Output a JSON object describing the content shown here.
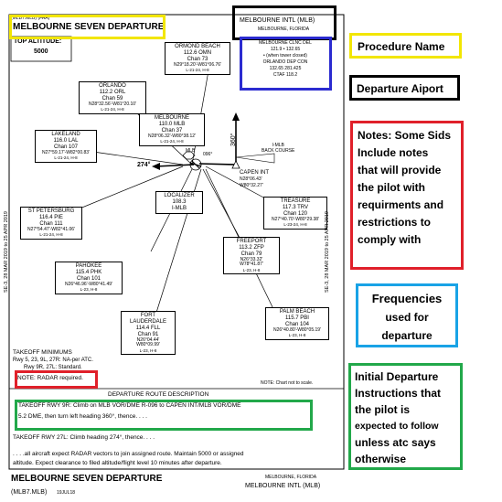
{
  "chart": {
    "header_top": "(MLB7.MLB) (FAA)",
    "procedure_name": "MELBOURNE SEVEN DEPARTURE",
    "airport_name": "MELBOURNE INTL (MLB)",
    "airport_location": "MELBOURNE, FLORIDA",
    "top_altitude_label": "TOP ALTITUDE:",
    "top_altitude_value": "5000",
    "freq": {
      "line1": "MELBOURNE CLNC DEL",
      "line2": "121.9 • 132.65",
      "line3": "• (when tower closed)",
      "line4": "ORLANDO DEP CON",
      "line5": "132.65 281.425",
      "line6": "CTAF 118.2"
    },
    "stations": {
      "ormond": {
        "name": "ORMOND BEACH",
        "freq": "112.6 OMN",
        "chan": "Chan 73",
        "coords": "N29°18.20'-W81°06.76'",
        "charts": "L-21-24, H-8"
      },
      "orlando": {
        "name": "ORLANDO",
        "freq": "112.2 ORL",
        "chan": "Chan 59",
        "coords": "N28°32.56'-W81°20.10'",
        "charts": "L-21-24, H-8"
      },
      "lakeland": {
        "name": "LAKELAND",
        "freq": "116.0 LAL",
        "chan": "Chan 107",
        "coords": "N27°59.17'-W82°00.83'",
        "charts": "L-21-24, H-8"
      },
      "melbourne": {
        "name": "MELBOURNE",
        "freq": "110.0 MLB",
        "chan": "Chan 37",
        "coords": "N28°06.32'-W80°38.12'",
        "charts": "L-21-24, H-8"
      },
      "stpete": {
        "name": "ST PETERSBURG",
        "freq": "116.4 PIE",
        "chan": "Chan 111",
        "coords": "N27°54.47'-W82°41.06'",
        "charts": "L-21-24, H-8"
      },
      "treasure": {
        "name": "TREASURE",
        "freq": "117.3 TRV",
        "chan": "Chan 120",
        "coords": "N27°40.70'-W80°29.38'",
        "charts": "L-23-24, H-8"
      },
      "freeport": {
        "name": "FREEPORT",
        "freq": "113.2 ZFP",
        "chan": "Chan 79",
        "coords": "N26°33.32'",
        "coords2": "W78°41.87'",
        "charts": "L-23, H-8"
      },
      "pahokee": {
        "name": "PAHOKEE",
        "freq": "115.4 PHK",
        "chan": "Chan 101",
        "coords": "N26°46.96'-W80°41.49'",
        "charts": "L-23, H-8"
      },
      "ftlauderdale": {
        "name": "FORT LAUDERDALE",
        "freq": "114.4 FLL",
        "chan": "Chan 91",
        "coords": "N26°04.44'",
        "coords2": "W80°09.99'",
        "charts": "L-23, H-8"
      },
      "palmbeach": {
        "name": "PALM BEACH",
        "freq": "115.7 PBI",
        "chan": "Chan 104",
        "coords": "N26°40.80'-W80°05.19'",
        "charts": "L-23, H-8"
      },
      "localizer": {
        "name": "LOCALIZER",
        "freq": "108.3",
        "ident": "I-MLB"
      }
    },
    "capen": {
      "name": "CAPEN INT",
      "coords1": "N28°06.43'",
      "coords2": "W80°32.27'"
    },
    "lmlb": {
      "line1": "I-MLB",
      "line2": "BACK COURSE"
    },
    "radial_096": "096°",
    "heading_274": "274°",
    "heading_360": "360°",
    "airport_label": "MLB",
    "takeoff_minimums": {
      "title": "TAKEOFF MINIMUMS",
      "line1": "Rwy 5, 23, 9L, 27R: NA-per ATC.",
      "line2": "Rwy 9R, 27L: Standard."
    },
    "note_radar": "NOTE: RADAR required.",
    "note_scale": "NOTE: Chart not to scale.",
    "route_title": "DEPARTURE ROUTE DESCRIPTION",
    "route_line1": "TAKEOFF RWY 9R: Climb on MLB VOR/DME R-096 to CAPEN INT/MLB VOR/DME",
    "route_line2": "5.2 DME, then turn left heading 360°, thence. . . .",
    "route_line3": "TAKEOFF RWY 27L: Climb heading 274°, thence. . . .",
    "route_line4": ". . . .all aircraft expect RADAR vectors to join assigned route. Maintain 5000 or assigned",
    "route_line5": "altitude. Expect clearance to filed altitude/flight level 10 minutes after departure.",
    "footer_name": "MELBOURNE SEVEN DEPARTURE",
    "footer_code": "(MLB7.MLB)",
    "footer_date": "19JUL18",
    "footer_loc": "MELBOURNE, FLORIDA",
    "footer_airport": "MELBOURNE INTL (MLB)",
    "side_left": "SE-3, 28 MAR 2019 to 25 APR 2019",
    "side_right": "SE-3, 28 MAR 2019 to 25 APR 2019"
  },
  "annotations": {
    "procedure_name": "Procedure Name",
    "departure_airport": "Departure Aiport",
    "notes_line1": "Notes: Some Sids",
    "notes_line2_bold": "Include",
    "notes_line2_rest": " notes",
    "notes_line3": "that will provide",
    "notes_line4": "the pilot with",
    "notes_line5": "requirments and",
    "notes_line6": "restrictions to",
    "notes_line7": "comply with",
    "freq_line1": "Frequencies",
    "freq_line2": "used for",
    "freq_line3": "departure",
    "idi_line1": "Initial Departure",
    "idi_line2": "Instructions that",
    "idi_line3": "the pilot is",
    "idi_line4": "expected to follow",
    "idi_line5": "unless atc says",
    "idi_line6": "otherwise"
  },
  "colors": {
    "yellow": "#f2e600",
    "black": "#000000",
    "blue": "#2b2bd0",
    "red": "#e0202a",
    "cyan": "#19a3e6",
    "green": "#22a84a"
  }
}
